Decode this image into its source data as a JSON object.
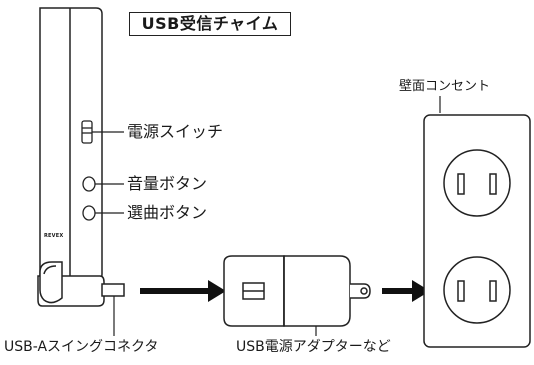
{
  "title": "USB受信チャイム",
  "labels": {
    "power_switch": "電源スイッチ",
    "volume_button": "音量ボタン",
    "song_button": "選曲ボタン",
    "connector": "USB-Aスイングコネクタ",
    "adapter": "USB電源アダプターなど",
    "outlet": "壁面コンセント"
  },
  "brand": "REVEX"
}
